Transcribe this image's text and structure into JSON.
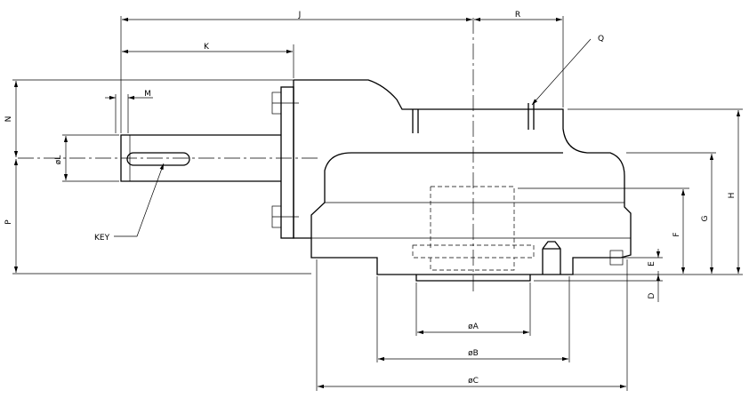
{
  "labels": {
    "J": "J",
    "R": "R",
    "K": "K",
    "Q": "Q",
    "M": "M",
    "N": "N",
    "L": "øL",
    "P": "P",
    "KEY": "KEY",
    "H": "H",
    "G": "G",
    "F": "F",
    "E": "E",
    "D": "D",
    "A": "øA",
    "B": "øB",
    "C": "øC"
  }
}
